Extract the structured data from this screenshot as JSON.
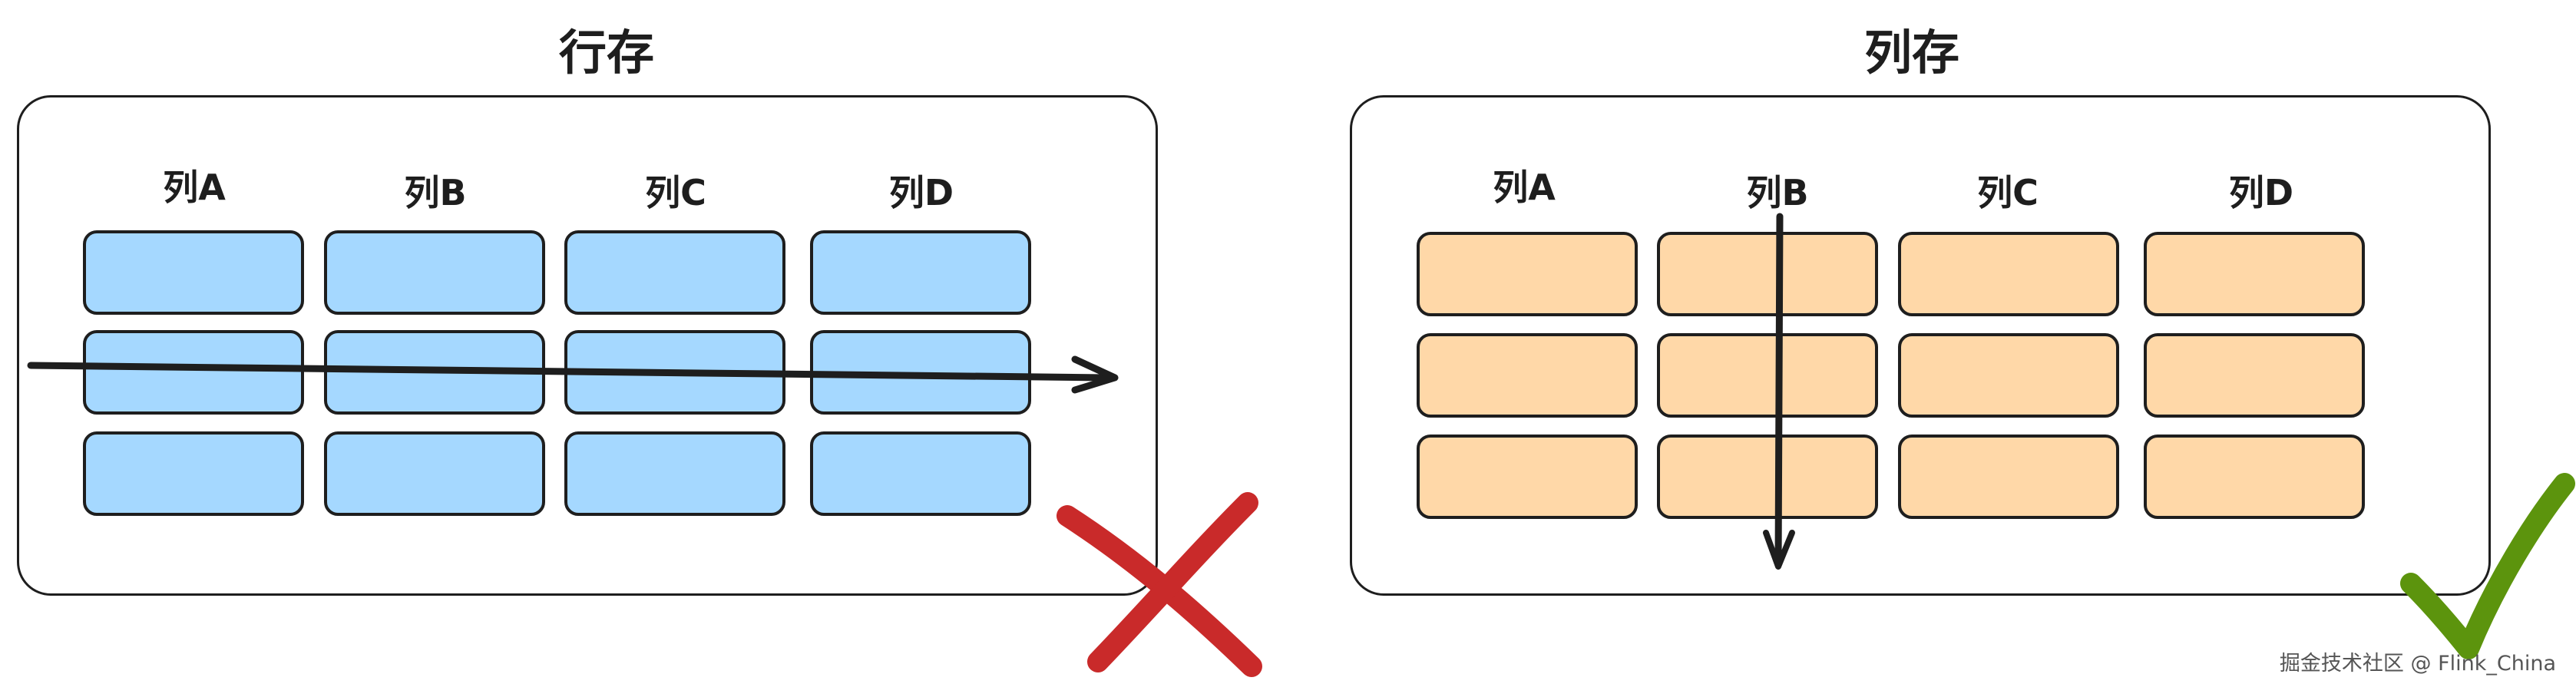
{
  "left_panel": {
    "title": "行存",
    "columns": [
      "列A",
      "列B",
      "列C",
      "列D"
    ],
    "cell_color": "#a5d8ff",
    "verdict_icon": "cross-mark",
    "verdict_color": "#c92a2a"
  },
  "right_panel": {
    "title": "列存",
    "columns": [
      "列A",
      "列B",
      "列C",
      "列D"
    ],
    "cell_color": "#ffd8a8",
    "verdict_icon": "check-mark",
    "verdict_color": "#5c940d"
  },
  "watermark": "掘金技术社区 @ Flink_China"
}
